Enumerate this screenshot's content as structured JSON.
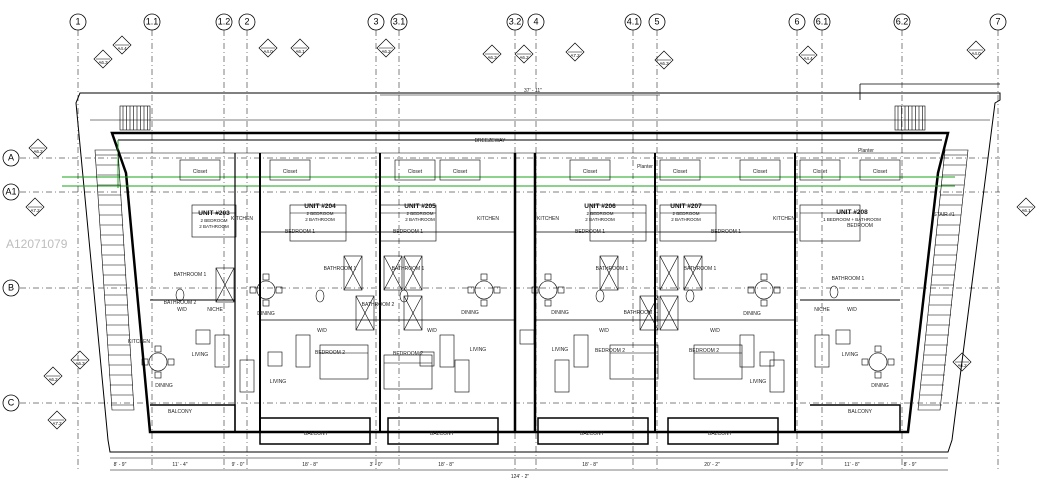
{
  "watermark": "A12071079",
  "grid_top": [
    "1",
    "1.1",
    "1.2",
    "2",
    "3",
    "3.1",
    "3.2",
    "4",
    "4.1",
    "5",
    "6",
    "6.1",
    "6.2",
    "7"
  ],
  "grid_left": [
    "A",
    "A1",
    "B",
    "C"
  ],
  "overall_dim": "124' - 2\"",
  "top_dim": "37' - 11\"",
  "breezeway": "BREEZEWAY",
  "units": [
    {
      "name": "UNIT #203",
      "desc": "2 BEDROOM\n2 BATHROOM"
    },
    {
      "name": "UNIT #204",
      "desc": "2 BEDROOM\n2 BATHROOM"
    },
    {
      "name": "UNIT #205",
      "desc": "2 BEDROOM\n2 BATHROOM"
    },
    {
      "name": "UNIT #206",
      "desc": "2 BEDROOM\n2 BATHROOM"
    },
    {
      "name": "UNIT #207",
      "desc": "2 BEDROOM\n2 BATHROOM"
    },
    {
      "name": "UNIT #208",
      "desc": "1 BEDROOM + BATHROOM"
    }
  ],
  "rooms": {
    "kitchen": "KITCHEN",
    "bedroom1": "BEDROOM 1",
    "bedroom2": "BEDROOM 2",
    "bathroom1": "BATHROOM 1",
    "bathroom2": "BATHROOM 2",
    "living": "LIVING",
    "dining": "DINING",
    "balcony": "BALCONY",
    "wd": "W/D",
    "niche": "NICHE",
    "closet": "Closet",
    "planter": "Planter",
    "bedroom": "BEDROOM",
    "stair": "STAIR #1"
  },
  "bottom_dims": [
    "8' - 9\"",
    "11' - 4\"",
    "9' - 0\"",
    "18' - 8\"",
    "3' - 0\"",
    "18' - 8\"",
    "18' - 8\"",
    "20' - 2\"",
    "9' - 0\"",
    "11' - 8\"",
    "8' - 9\""
  ],
  "section_tags": [
    "A6.2",
    "A7.2",
    "A6.3",
    "A4.4",
    "A4.0",
    "A6.1",
    "A6.2",
    "A6.3"
  ]
}
